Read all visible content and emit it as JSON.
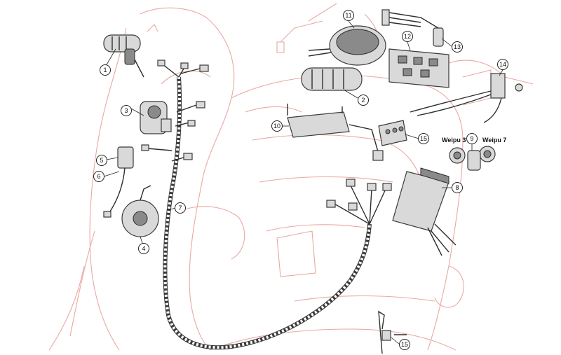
{
  "callouts": [
    {
      "id": "1",
      "label": "1"
    },
    {
      "id": "2",
      "label": "2"
    },
    {
      "id": "3",
      "label": "3"
    },
    {
      "id": "4",
      "label": "4"
    },
    {
      "id": "5",
      "label": "5"
    },
    {
      "id": "6",
      "label": "6"
    },
    {
      "id": "7",
      "label": "7"
    },
    {
      "id": "8",
      "label": "8"
    },
    {
      "id": "9",
      "label": "9"
    },
    {
      "id": "10",
      "label": "10"
    },
    {
      "id": "11",
      "label": "11"
    },
    {
      "id": "12",
      "label": "12"
    },
    {
      "id": "13",
      "label": "13"
    },
    {
      "id": "14",
      "label": "14"
    },
    {
      "id": "15a",
      "label": "15"
    },
    {
      "id": "15b",
      "label": "15"
    }
  ],
  "connectors": {
    "weipu3": "Weipu 3",
    "weipu7": "Weipu 7"
  },
  "colors": {
    "frame_outline": "#e8a9a3",
    "part_fill": "#d9d9d9",
    "part_stroke": "#3a3a3a"
  }
}
